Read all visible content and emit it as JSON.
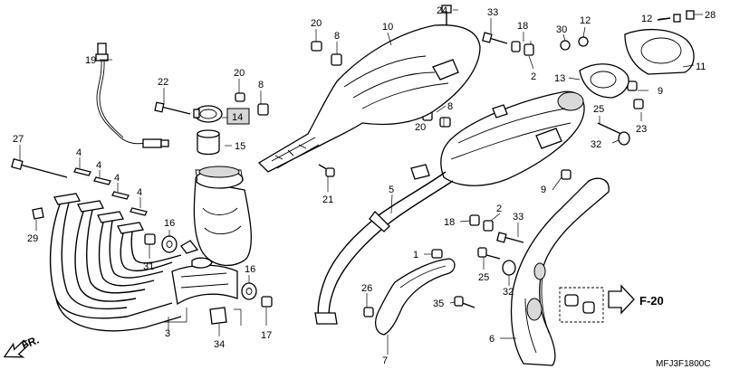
{
  "drawing_code": "MFJ3F1800C",
  "direction_label": "FR.",
  "reference": "F-20",
  "highlighted_callout": "14",
  "callouts": {
    "c1": "1",
    "c2a": "2",
    "c2b": "2",
    "c3": "3",
    "c4a": "4",
    "c4b": "4",
    "c4c": "4",
    "c4d": "4",
    "c5": "5",
    "c6": "6",
    "c7": "7",
    "c8a": "8",
    "c8b": "8",
    "c8c": "8",
    "c9a": "9",
    "c9b": "9",
    "c10": "10",
    "c11": "11",
    "c12a": "12",
    "c12b": "12",
    "c13": "13",
    "c14": "14",
    "c15": "15",
    "c16a": "16",
    "c16b": "16",
    "c17": "17",
    "c18a": "18",
    "c18b": "18",
    "c19": "19",
    "c20a": "20",
    "c20b": "20",
    "c20c": "20",
    "c21": "21",
    "c22": "22",
    "c23": "23",
    "c24": "24",
    "c25a": "25",
    "c25b": "25",
    "c26": "26",
    "c27": "27",
    "c28": "28",
    "c29": "29",
    "c30": "30",
    "c31": "31",
    "c32a": "32",
    "c32b": "32",
    "c33a": "33",
    "c33b": "33",
    "c34": "34",
    "c35": "35"
  }
}
